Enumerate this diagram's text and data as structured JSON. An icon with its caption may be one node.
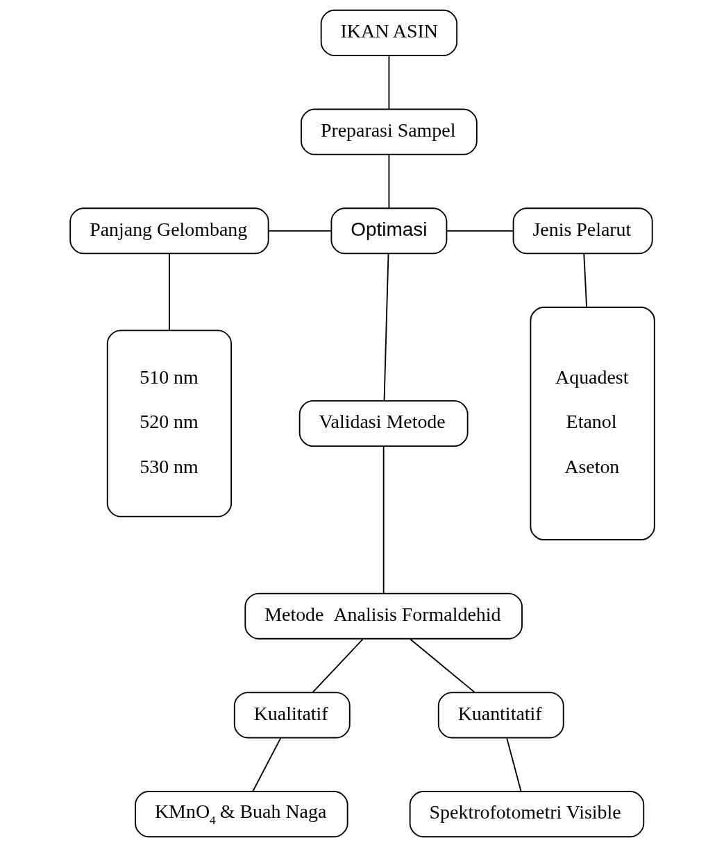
{
  "diagram": {
    "nodes": [
      {
        "text": [
          "IKAN ASIN"
        ]
      },
      {
        "text": [
          "Preparasi Sampel"
        ]
      },
      {
        "text": [
          "Panjang Gelombang"
        ]
      },
      {
        "text": [
          "Optimasi"
        ]
      },
      {
        "text": [
          "Jenis Pelarut"
        ]
      },
      {
        "text": [
          "510 nm",
          "520 nm",
          "530 nm"
        ]
      },
      {
        "text": [
          "Validasi Metode"
        ]
      },
      {
        "text": [
          "Aquadest",
          "Etanol",
          "Aseton"
        ]
      },
      {
        "text": [
          "Metode  Analisis Formaldehid"
        ]
      },
      {
        "text": [
          "Kualitatif"
        ]
      },
      {
        "text": [
          "Kuantitatif"
        ]
      },
      {
        "text": [
          "KMnO$_{4}$ & Buah Naga"
        ]
      },
      {
        "text": [
          "Spektrofotometri Visible"
        ]
      }
    ],
    "edges": [
      {
        "from": 0,
        "to": 1,
        "arrow": "none"
      },
      {
        "from": 1,
        "to": 3,
        "arrow": "none"
      },
      {
        "from": 2,
        "to": 3,
        "arrow": "none"
      },
      {
        "from": 3,
        "to": 4,
        "arrow": "none"
      },
      {
        "from": 2,
        "to": 5,
        "arrow": "none"
      },
      {
        "from": 4,
        "to": 7,
        "arrow": "none"
      },
      {
        "from": 3,
        "to": 6,
        "arrow": "none"
      },
      {
        "from": 6,
        "to": 8,
        "arrow": "none"
      },
      {
        "from": 8,
        "to": 9,
        "arrow": "none"
      },
      {
        "from": 8,
        "to": 10,
        "arrow": "none"
      },
      {
        "from": 9,
        "to": 11,
        "arrow": "none"
      },
      {
        "from": 10,
        "to": 12,
        "arrow": "none"
      }
    ]
  }
}
